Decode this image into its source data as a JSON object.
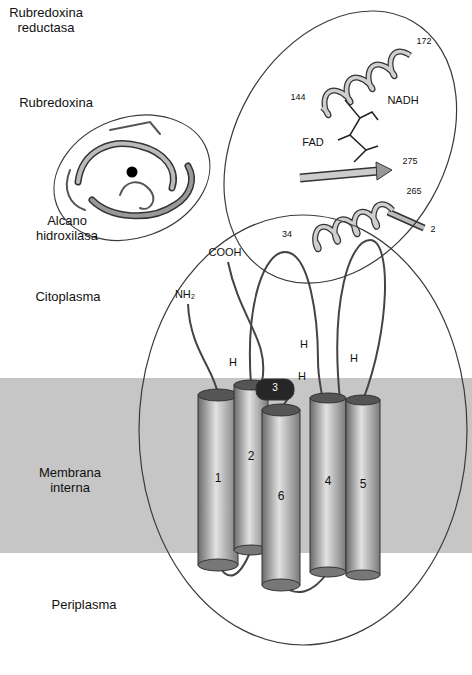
{
  "diagram": {
    "nodes": [
      {
        "text": [
          "Rubredoxina reductasa"
        ]
      },
      {
        "text": [
          "Rubredoxina"
        ]
      },
      {
        "text": [
          "Alcano hidroxilasa"
        ]
      }
    ],
    "labels": [
      "172",
      "144",
      "NADH",
      "FAD",
      "275",
      "265",
      "34",
      "2",
      "COOH",
      "NH₂",
      "Citoplasma",
      "Membrana interna",
      "Periplasma",
      "1",
      "2",
      "3",
      "6",
      "4",
      "5",
      "H",
      "H",
      "H",
      "H"
    ]
  }
}
